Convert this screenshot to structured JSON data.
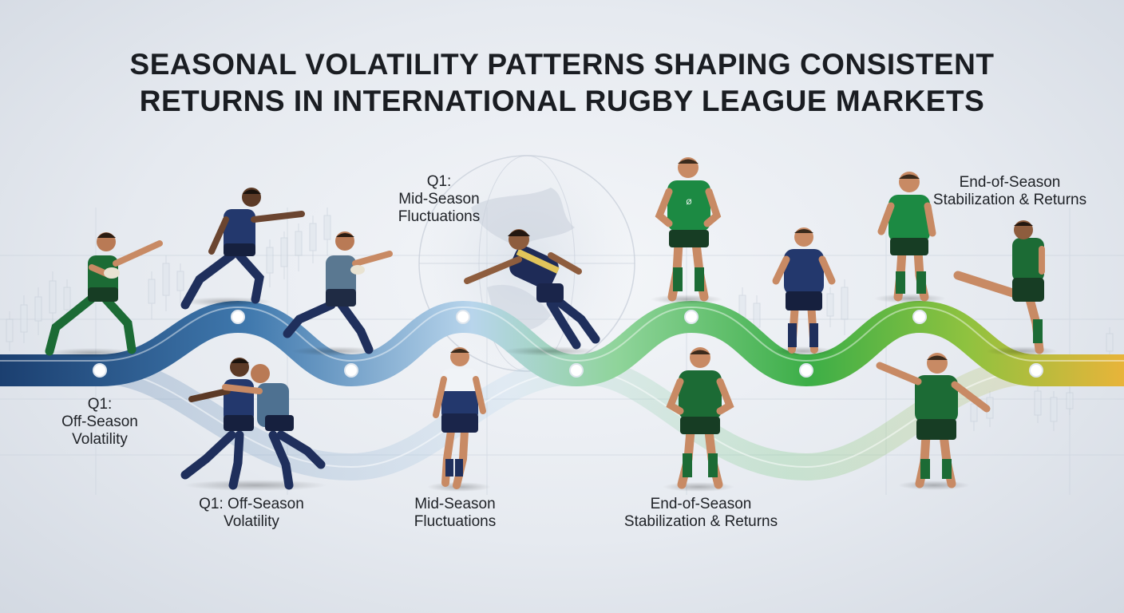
{
  "title": {
    "line1": "SEASONAL VOLATILITY PATTERNS SHAPING CONSISTENT",
    "line2": "RETURNS IN INTERNATIONAL RUGBY LEAGUE MARKETS"
  },
  "labels": {
    "left_upper": {
      "line1": "Q1:",
      "line2": "Off-Season",
      "line3": "Volatility"
    },
    "left_lower": {
      "line1": "Q1: Off-Season",
      "line2": "Volatility"
    },
    "mid_upper": {
      "line1": "Q1:",
      "line2": "Mid-Season",
      "line3": "Fluctuations"
    },
    "mid_lower": {
      "line1": "Mid-Season",
      "line2": "Fluctuations"
    },
    "right_upper": {
      "line1": "End-of-Season",
      "line2": "Stabilization & Returns"
    },
    "right_lower": {
      "line1": "End-of-Season",
      "line2": "Stabilization & Returns"
    }
  },
  "colors": {
    "phase_off_season": "#1f4e86",
    "phase_mid_season": "#a9cbe6",
    "phase_end_season": "#45b84b",
    "phase_returns": "#e2b43c",
    "jersey_green": "#1c6b35",
    "jersey_navy": "#1f2f5c"
  },
  "icons": [
    "rugby-player-icon",
    "rugby-ball-icon",
    "globe-icon",
    "candlestick-icon"
  ]
}
